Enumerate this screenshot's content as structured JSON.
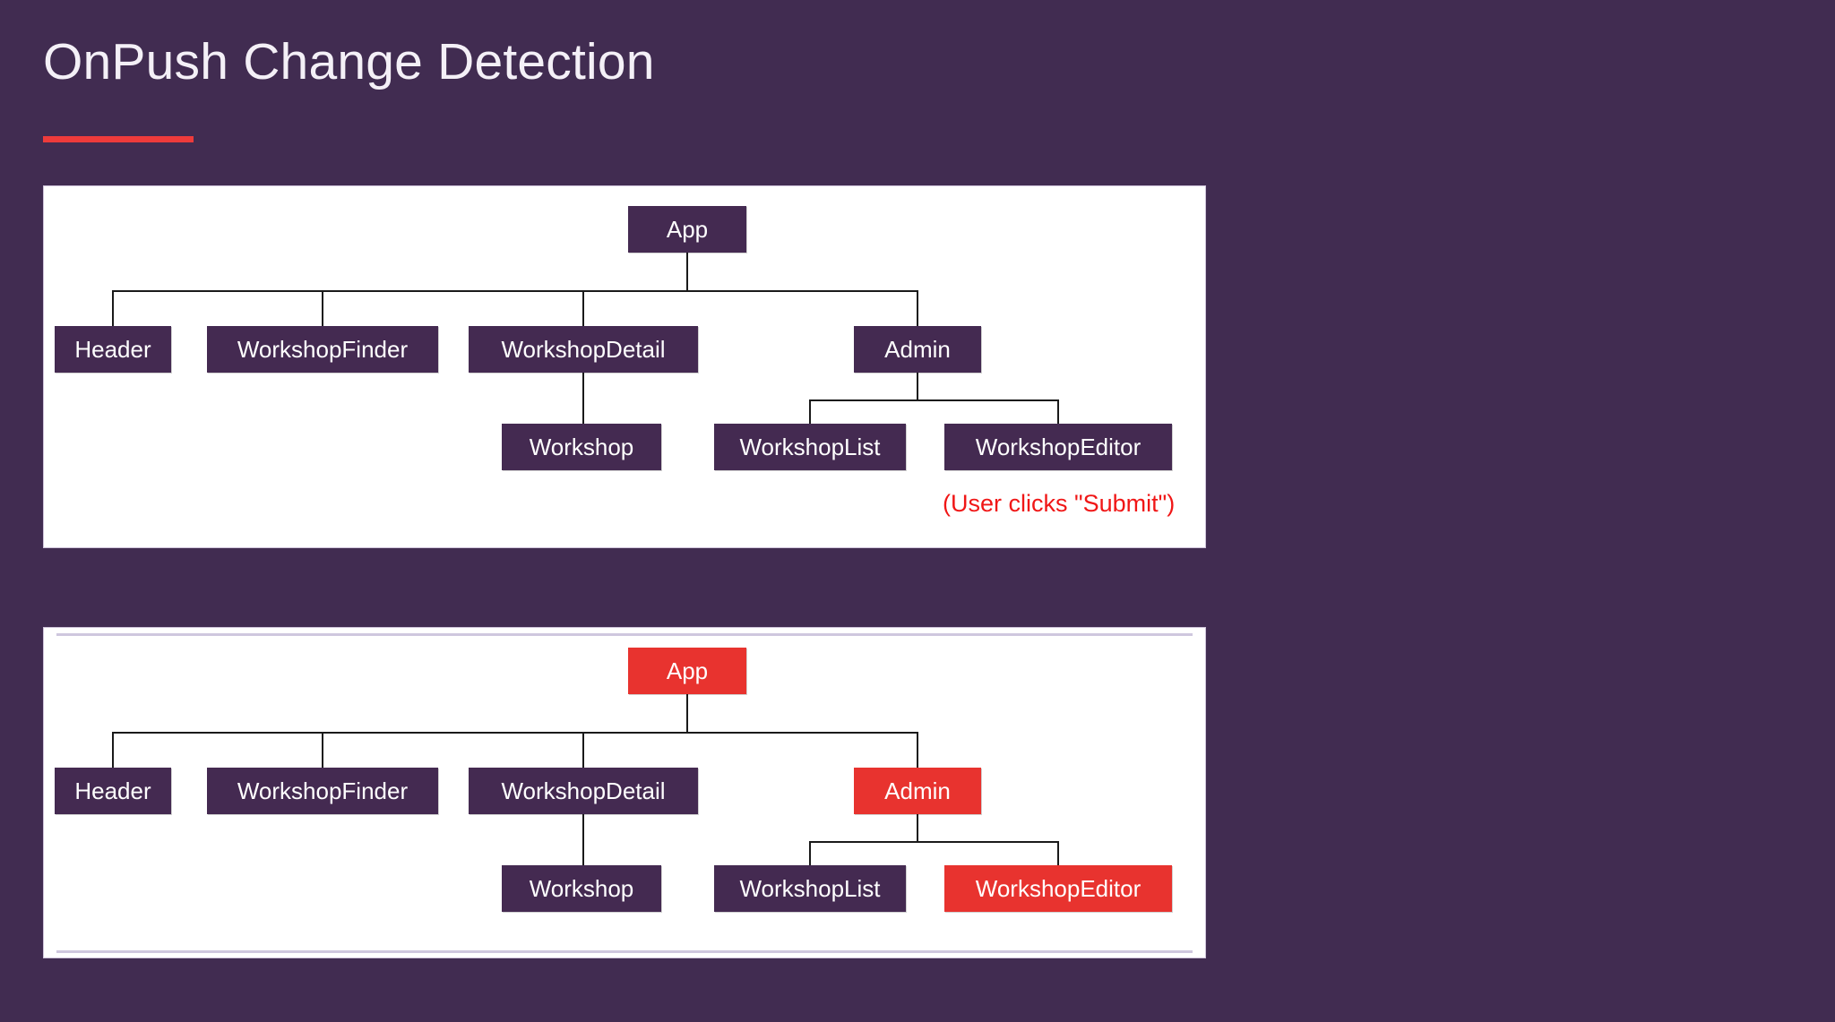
{
  "slide": {
    "title": "OnPush Change Detection",
    "accent_color": "#EE3B3B",
    "background_color": "#412C51"
  },
  "colors": {
    "node_default": "#442A51",
    "node_highlight": "#E8332F",
    "node_text": "#FFFFFF",
    "connector": "#1A1A1A",
    "panel_background": "#FFFFFF",
    "caption_text": "#F01616"
  },
  "diagrams": [
    {
      "id": "before",
      "name": "component-tree-before",
      "caption": "(User clicks \"Submit\")",
      "nodes": [
        {
          "id": "app",
          "label": "App",
          "state": "default"
        },
        {
          "id": "header",
          "label": "Header",
          "state": "default"
        },
        {
          "id": "workshopfinder",
          "label": "WorkshopFinder",
          "state": "default"
        },
        {
          "id": "workshopdetail",
          "label": "WorkshopDetail",
          "state": "default"
        },
        {
          "id": "admin",
          "label": "Admin",
          "state": "default"
        },
        {
          "id": "workshop",
          "label": "Workshop",
          "state": "default"
        },
        {
          "id": "workshoplist",
          "label": "WorkshopList",
          "state": "default"
        },
        {
          "id": "workshopeditor",
          "label": "WorkshopEditor",
          "state": "default"
        }
      ]
    },
    {
      "id": "after",
      "name": "component-tree-after",
      "caption": "",
      "nodes": [
        {
          "id": "app",
          "label": "App",
          "state": "highlight"
        },
        {
          "id": "header",
          "label": "Header",
          "state": "default"
        },
        {
          "id": "workshopfinder",
          "label": "WorkshopFinder",
          "state": "default"
        },
        {
          "id": "workshopdetail",
          "label": "WorkshopDetail",
          "state": "default"
        },
        {
          "id": "admin",
          "label": "Admin",
          "state": "highlight"
        },
        {
          "id": "workshop",
          "label": "Workshop",
          "state": "default"
        },
        {
          "id": "workshoplist",
          "label": "WorkshopList",
          "state": "default"
        },
        {
          "id": "workshopeditor",
          "label": "WorkshopEditor",
          "state": "highlight"
        }
      ]
    }
  ],
  "tree_edges": [
    {
      "from": "app",
      "to": "header"
    },
    {
      "from": "app",
      "to": "workshopfinder"
    },
    {
      "from": "app",
      "to": "workshopdetail"
    },
    {
      "from": "app",
      "to": "admin"
    },
    {
      "from": "workshopdetail",
      "to": "workshop"
    },
    {
      "from": "admin",
      "to": "workshoplist"
    },
    {
      "from": "admin",
      "to": "workshopeditor"
    }
  ]
}
